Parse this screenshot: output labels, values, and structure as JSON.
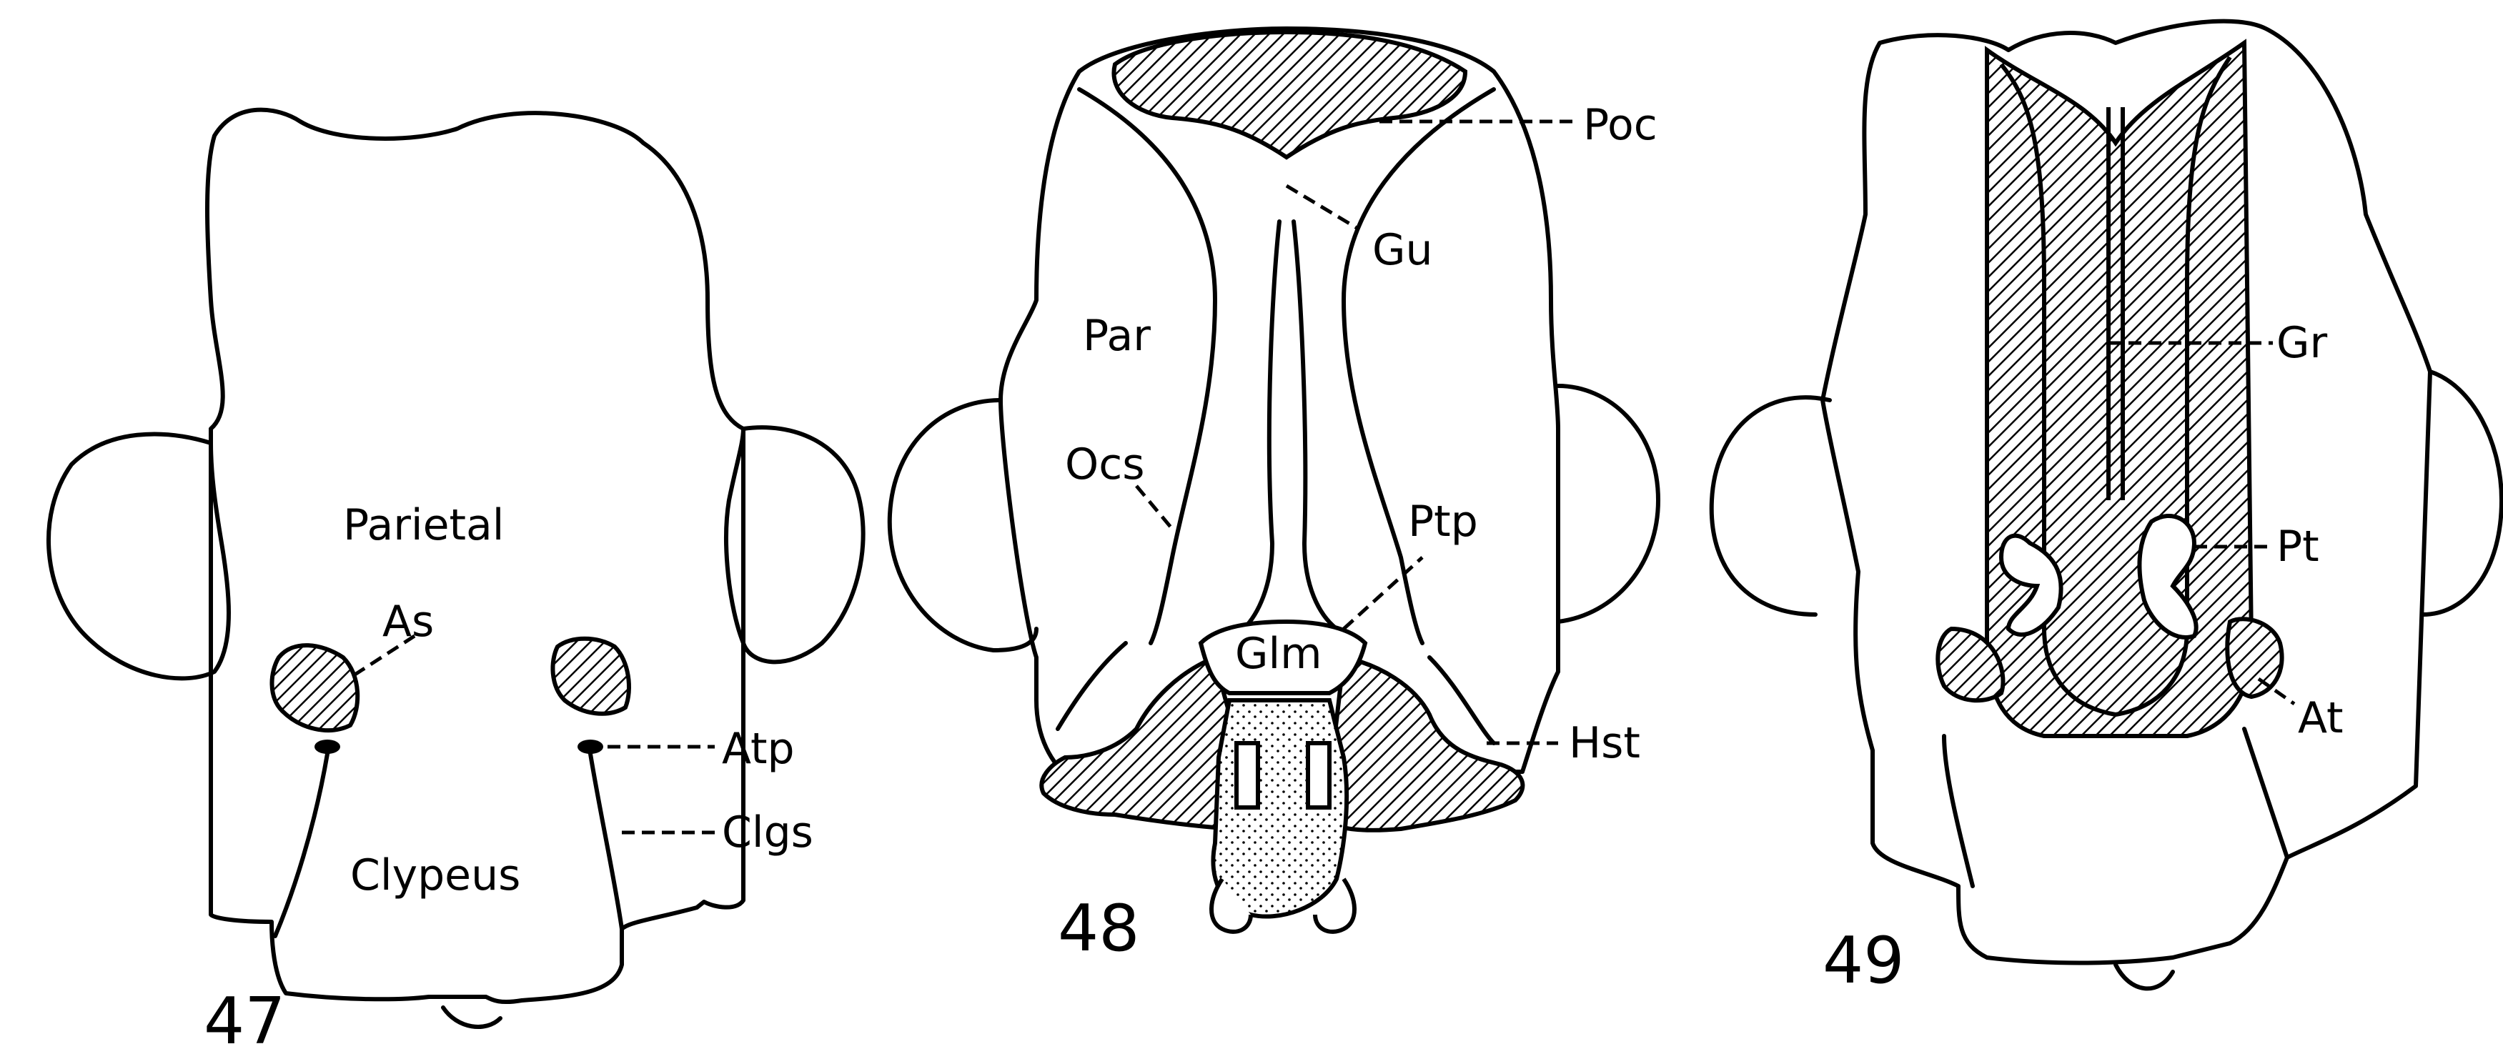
{
  "figures": [
    {
      "number": "47",
      "labels": {
        "parietal": "Parietal",
        "as": "As",
        "atp": "Atp",
        "clgs": "Clgs",
        "clypeus": "Clypeus"
      }
    },
    {
      "number": "48",
      "labels": {
        "poc": "Poc",
        "gu": "Gu",
        "par": "Par",
        "ocs": "Ocs",
        "ptp": "Ptp",
        "glm": "Glm",
        "hst": "Hst"
      }
    },
    {
      "number": "49",
      "labels": {
        "gr": "Gr",
        "pt": "Pt",
        "at": "At"
      }
    }
  ]
}
